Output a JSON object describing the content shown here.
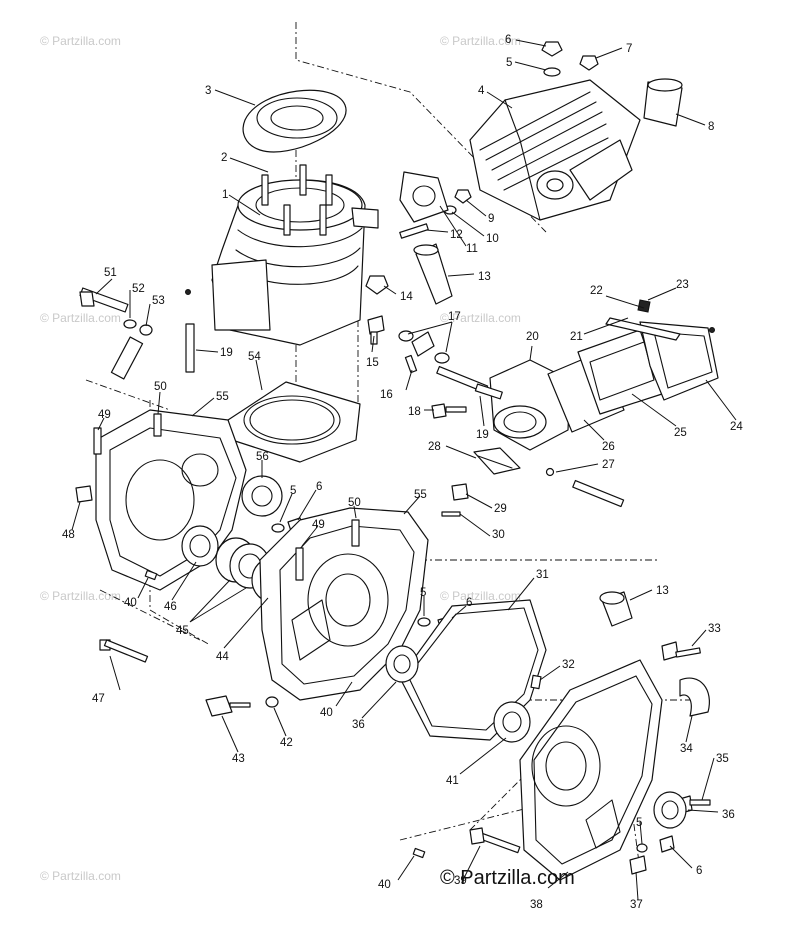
{
  "watermark": {
    "text": "© Partzilla.com"
  },
  "brand": {
    "text": "© Partzilla.com"
  },
  "callouts": [
    {
      "n": "1"
    },
    {
      "n": "2"
    },
    {
      "n": "3"
    },
    {
      "n": "4"
    },
    {
      "n": "5"
    },
    {
      "n": "6"
    },
    {
      "n": "7"
    },
    {
      "n": "8"
    },
    {
      "n": "9"
    },
    {
      "n": "10"
    },
    {
      "n": "11"
    },
    {
      "n": "12"
    },
    {
      "n": "13"
    },
    {
      "n": "14"
    },
    {
      "n": "15"
    },
    {
      "n": "16"
    },
    {
      "n": "17"
    },
    {
      "n": "18"
    },
    {
      "n": "19"
    },
    {
      "n": "20"
    },
    {
      "n": "21"
    },
    {
      "n": "22"
    },
    {
      "n": "23"
    },
    {
      "n": "24"
    },
    {
      "n": "25"
    },
    {
      "n": "26"
    },
    {
      "n": "27"
    },
    {
      "n": "28"
    },
    {
      "n": "19"
    },
    {
      "n": "51"
    },
    {
      "n": "52"
    },
    {
      "n": "53"
    },
    {
      "n": "19"
    },
    {
      "n": "54"
    },
    {
      "n": "50"
    },
    {
      "n": "55"
    },
    {
      "n": "49"
    },
    {
      "n": "56"
    },
    {
      "n": "5"
    },
    {
      "n": "6"
    },
    {
      "n": "48"
    },
    {
      "n": "49"
    },
    {
      "n": "50"
    },
    {
      "n": "55"
    },
    {
      "n": "29"
    },
    {
      "n": "30"
    },
    {
      "n": "40"
    },
    {
      "n": "46"
    },
    {
      "n": "45"
    },
    {
      "n": "44"
    },
    {
      "n": "31"
    },
    {
      "n": "5"
    },
    {
      "n": "6"
    },
    {
      "n": "13"
    },
    {
      "n": "33"
    },
    {
      "n": "47"
    },
    {
      "n": "32"
    },
    {
      "n": "40"
    },
    {
      "n": "36"
    },
    {
      "n": "43"
    },
    {
      "n": "42"
    },
    {
      "n": "41"
    },
    {
      "n": "34"
    },
    {
      "n": "35"
    },
    {
      "n": "36"
    },
    {
      "n": "5"
    },
    {
      "n": "6"
    },
    {
      "n": "40"
    },
    {
      "n": "38"
    },
    {
      "n": "37"
    },
    {
      "n": "39"
    }
  ]
}
